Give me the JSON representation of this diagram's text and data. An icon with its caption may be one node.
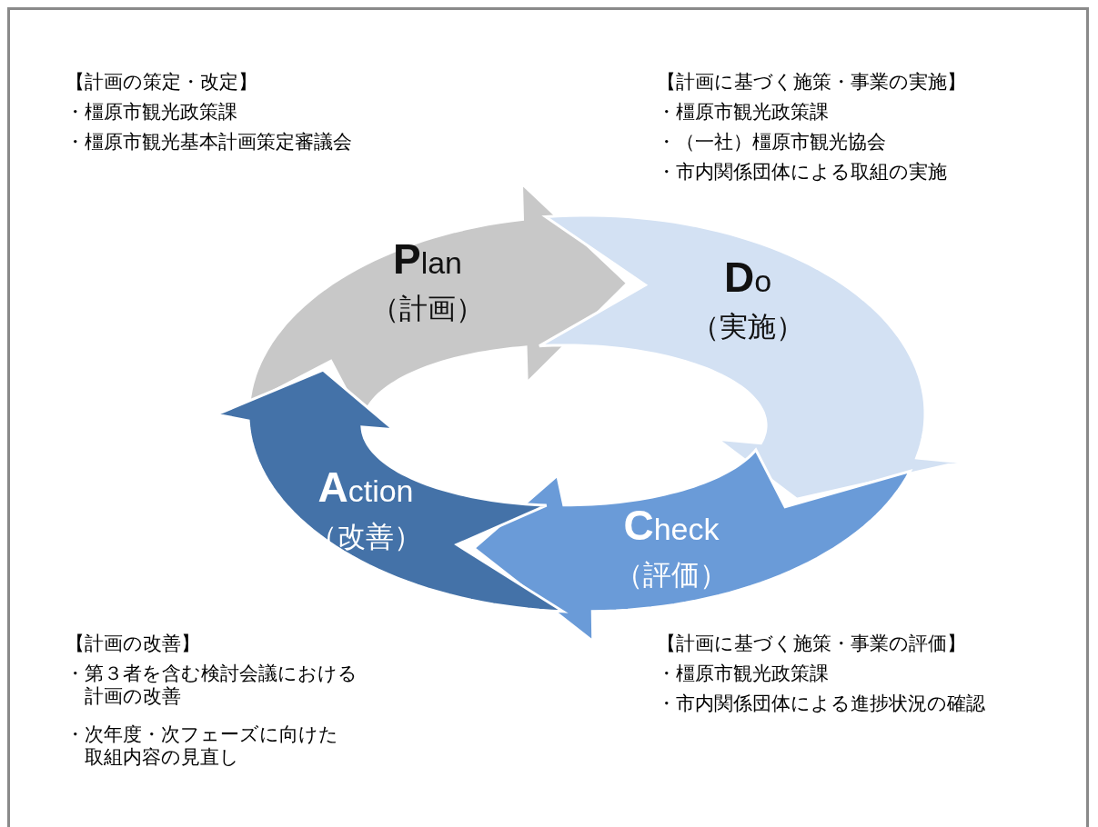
{
  "diagram": {
    "nodes": [
      {
        "text": [
          "**P**lan",
          "（計画）"
        ]
      },
      {
        "text": [
          "**D**o",
          "（実施）"
        ]
      },
      {
        "text": [
          "**C**heck",
          "（評価）"
        ]
      },
      {
        "text": [
          "**A**ction",
          "（改善）"
        ]
      }
    ],
    "labels": [
      "【計画の策定・改定】",
      "・橿原市観光政策課",
      "・橿原市観光基本計画策定審議会",
      "【計画に基づく施策・事業の実施】",
      "・橿原市観光政策課",
      "・（一社）橿原市観光協会",
      "・市内関係団体による取組の実施",
      "【計画の改善】",
      "・第３者を含む検討会議における計画の改善",
      "・次年度・次フェーズに向けた取組内容の見直し",
      "【計画に基づく施策・事業の評価】",
      "・橿原市観光政策課",
      "・市内関係団体による進捗状況の確認"
    ]
  }
}
